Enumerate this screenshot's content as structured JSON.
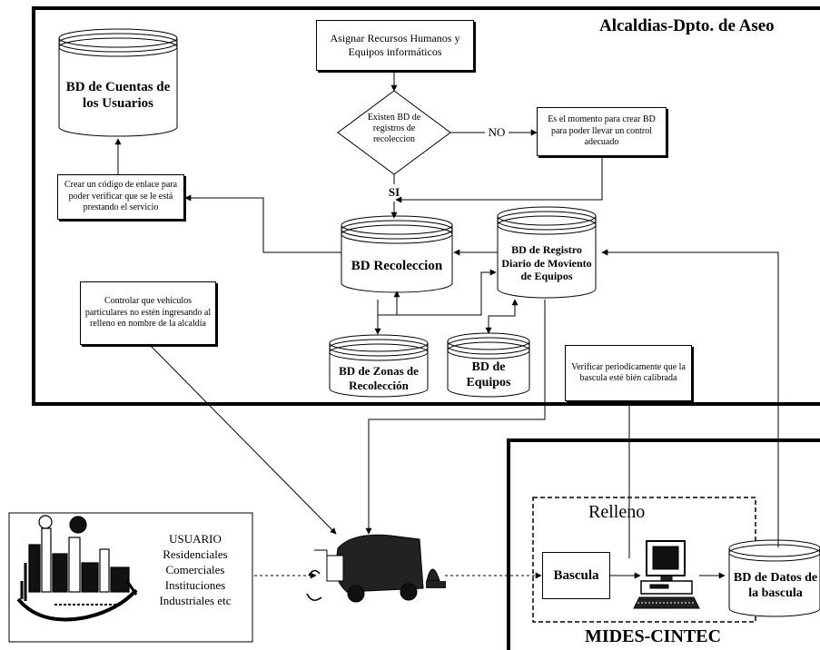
{
  "zones": {
    "alcaldias": "Alcaldias-Dpto. de Aseo",
    "mides": "MIDES-CINTEC",
    "relleno": "Relleno"
  },
  "processes": {
    "asignar": "Asignar Recursos Humanos y Equipos informáticos",
    "momento": "Es el momento para crear BD para poder llevar un control adecuado",
    "crear_codigo": "Crear un código de enlace para poder verificar que se le está prestando el servicio",
    "controlar": "Controlar que vehiculos particulares no estén ingresando al relleno en nombre de la alcaldía",
    "verificar": "Verificar periodicamente que la bascula esté bién calibrada",
    "bascula": "Bascula"
  },
  "decision": {
    "text": "Existen BD de registros de recoleccion",
    "no_label": "NO",
    "si_label": "SI"
  },
  "databases": {
    "cuentas": "BD de Cuentas de los Usuarios",
    "recoleccion": "BD Recoleccion",
    "registro_diario": "BD de Registro Diario de Moviento de Equipos",
    "zonas": "BD de Zonas de Recolección",
    "equipos": "BD de Equipos",
    "datos_bascula": "BD de Datos de la bascula"
  },
  "usuario": {
    "title": "USUARIO",
    "types": [
      "Residenciales",
      "Comerciales",
      "Instituciones",
      "Industriales etc"
    ]
  },
  "colors": {
    "line": "#000000",
    "background": "#ffffff",
    "truck": "#222222"
  }
}
